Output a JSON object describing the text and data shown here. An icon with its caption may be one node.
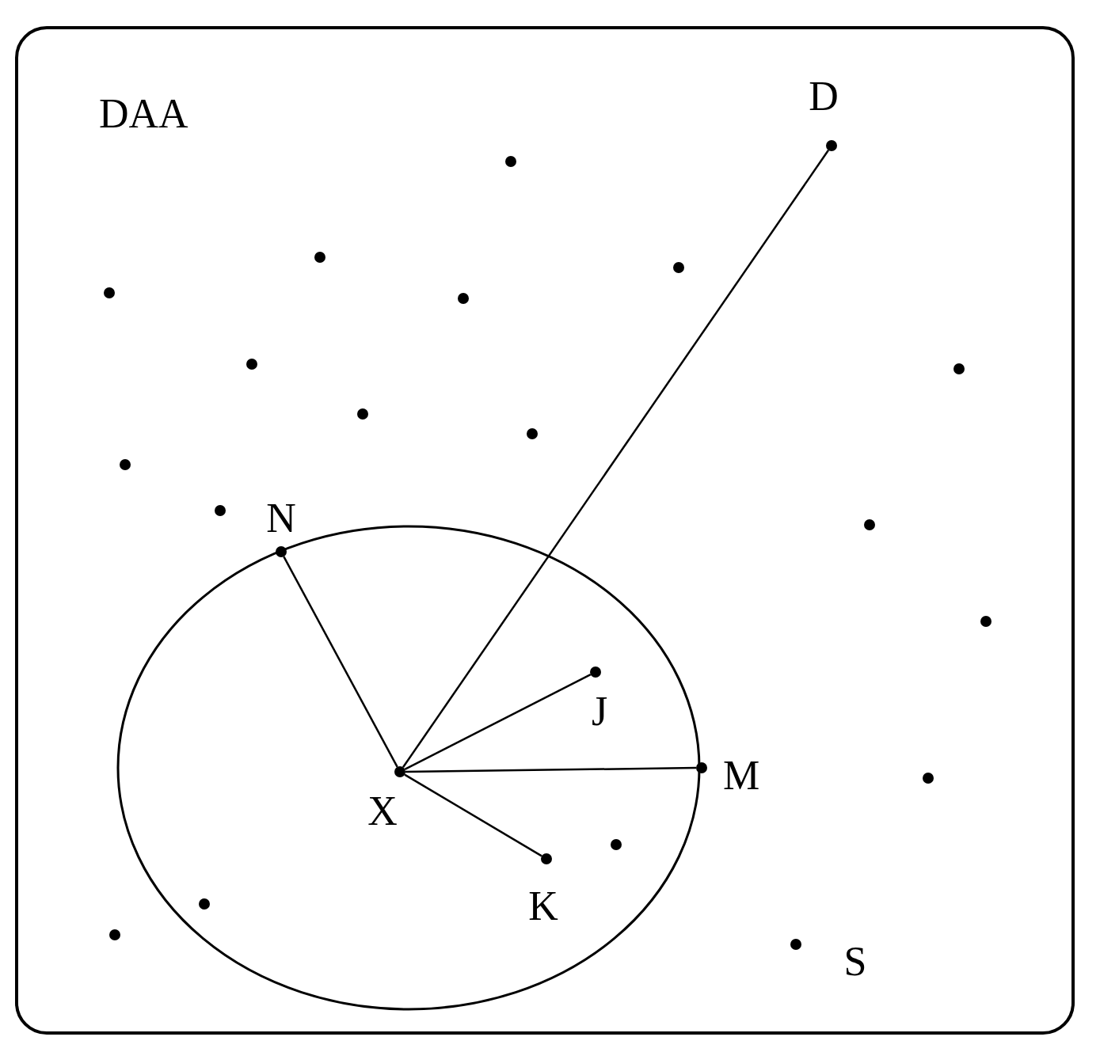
{
  "diagram": {
    "nodes": [
      {
        "text": [
          "D"
        ]
      },
      {
        "text": [],
        "shape": "circle"
      },
      {
        "text": [],
        "shape": "circle"
      },
      {
        "text": [],
        "shape": "circle"
      },
      {
        "text": [],
        "shape": "circle"
      },
      {
        "text": [],
        "shape": "circle"
      },
      {
        "text": [],
        "shape": "circle"
      },
      {
        "text": [],
        "shape": "circle"
      },
      {
        "text": [],
        "shape": "circle"
      },
      {
        "text": [],
        "shape": "circle"
      },
      {
        "text": [],
        "shape": "circle"
      },
      {
        "text": [],
        "shape": "circle"
      },
      {
        "text": [],
        "shape": "circle"
      },
      {
        "text": [
          "N"
        ]
      },
      {
        "text": [],
        "shape": "circle"
      },
      {
        "text": [
          "J"
        ]
      },
      {
        "text": [
          "M"
        ]
      },
      {
        "text": [
          "X"
        ]
      },
      {
        "text": [],
        "shape": "circle"
      },
      {
        "text": [],
        "shape": "circle"
      },
      {
        "text": [
          "K"
        ]
      },
      {
        "text": [],
        "shape": "circle"
      },
      {
        "text": [],
        "shape": "circle"
      },
      {
        "text": [
          "S"
        ]
      }
    ],
    "edges": [
      {
        "from": 17,
        "to": 0,
        "arrow": "none"
      },
      {
        "from": 17,
        "to": 13,
        "arrow": "none"
      },
      {
        "from": 17,
        "to": 15,
        "arrow": "none"
      },
      {
        "from": 17,
        "to": 16,
        "arrow": "none"
      },
      {
        "from": 17,
        "to": 20,
        "arrow": "none"
      }
    ],
    "labels": [
      "DAA"
    ]
  }
}
